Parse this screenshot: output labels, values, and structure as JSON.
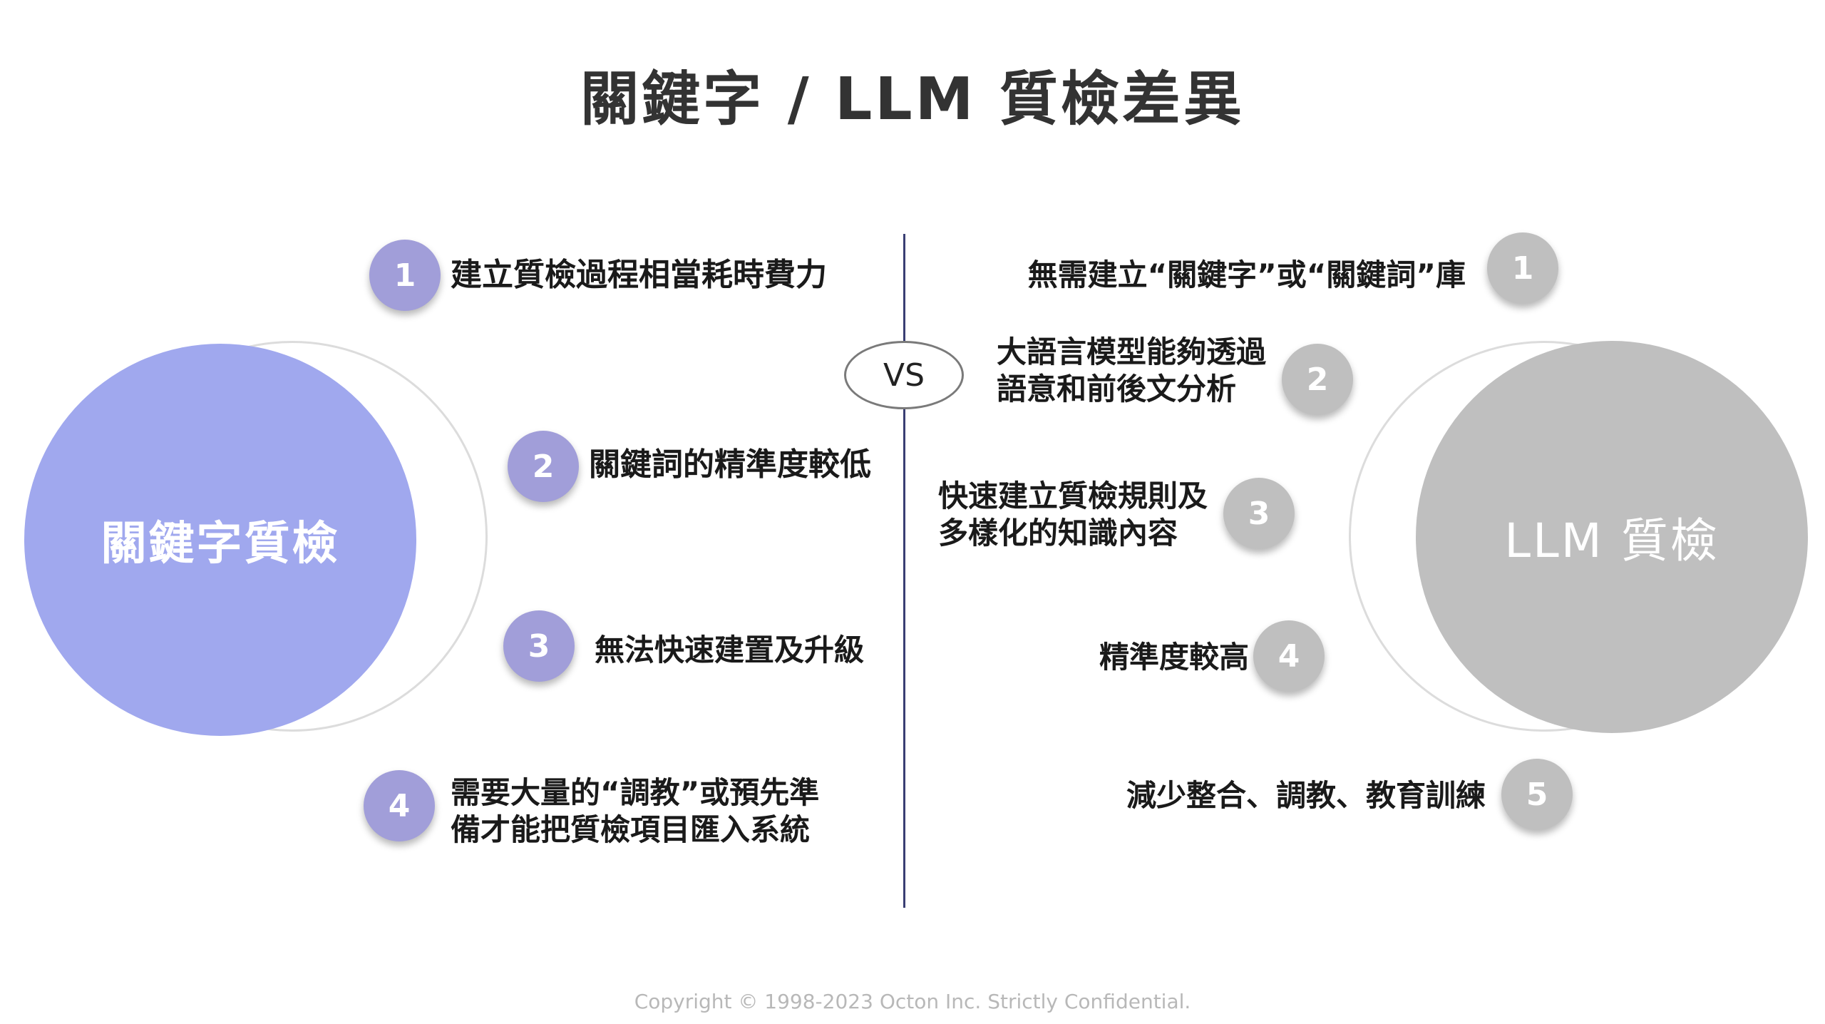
{
  "title": "關鍵字 / LLM 質檢差異",
  "vs_label": "VS",
  "left": {
    "label": "關鍵字質檢",
    "color": "#a0a8ee",
    "badge_color": "#a19ed9",
    "items": [
      {
        "number": "1",
        "text": "建立質檢過程相當耗時費力"
      },
      {
        "number": "2",
        "text": "關鍵詞的精準度較低"
      },
      {
        "number": "3",
        "text": "無法快速建置及升級"
      },
      {
        "number": "4",
        "text": "需要大量的“調教”或預先準\n備才能把質檢項目匯入系統"
      }
    ]
  },
  "right": {
    "label": "LLM 質檢",
    "color": "#bfbfbf",
    "badge_color": "#bfbfbf",
    "items": [
      {
        "number": "1",
        "text": "無需建立“關鍵字”或“關鍵詞”庫"
      },
      {
        "number": "2",
        "text": "大語言模型能夠透過\n語意和前後文分析"
      },
      {
        "number": "3",
        "text": "快速建立質檢規則及\n多樣化的知識內容"
      },
      {
        "number": "4",
        "text": "精準度較高"
      },
      {
        "number": "5",
        "text": "減少整合、調教、教育訓練"
      }
    ]
  },
  "footer": "Copyright © 1998-2023 Octon Inc. Strictly Confidential."
}
